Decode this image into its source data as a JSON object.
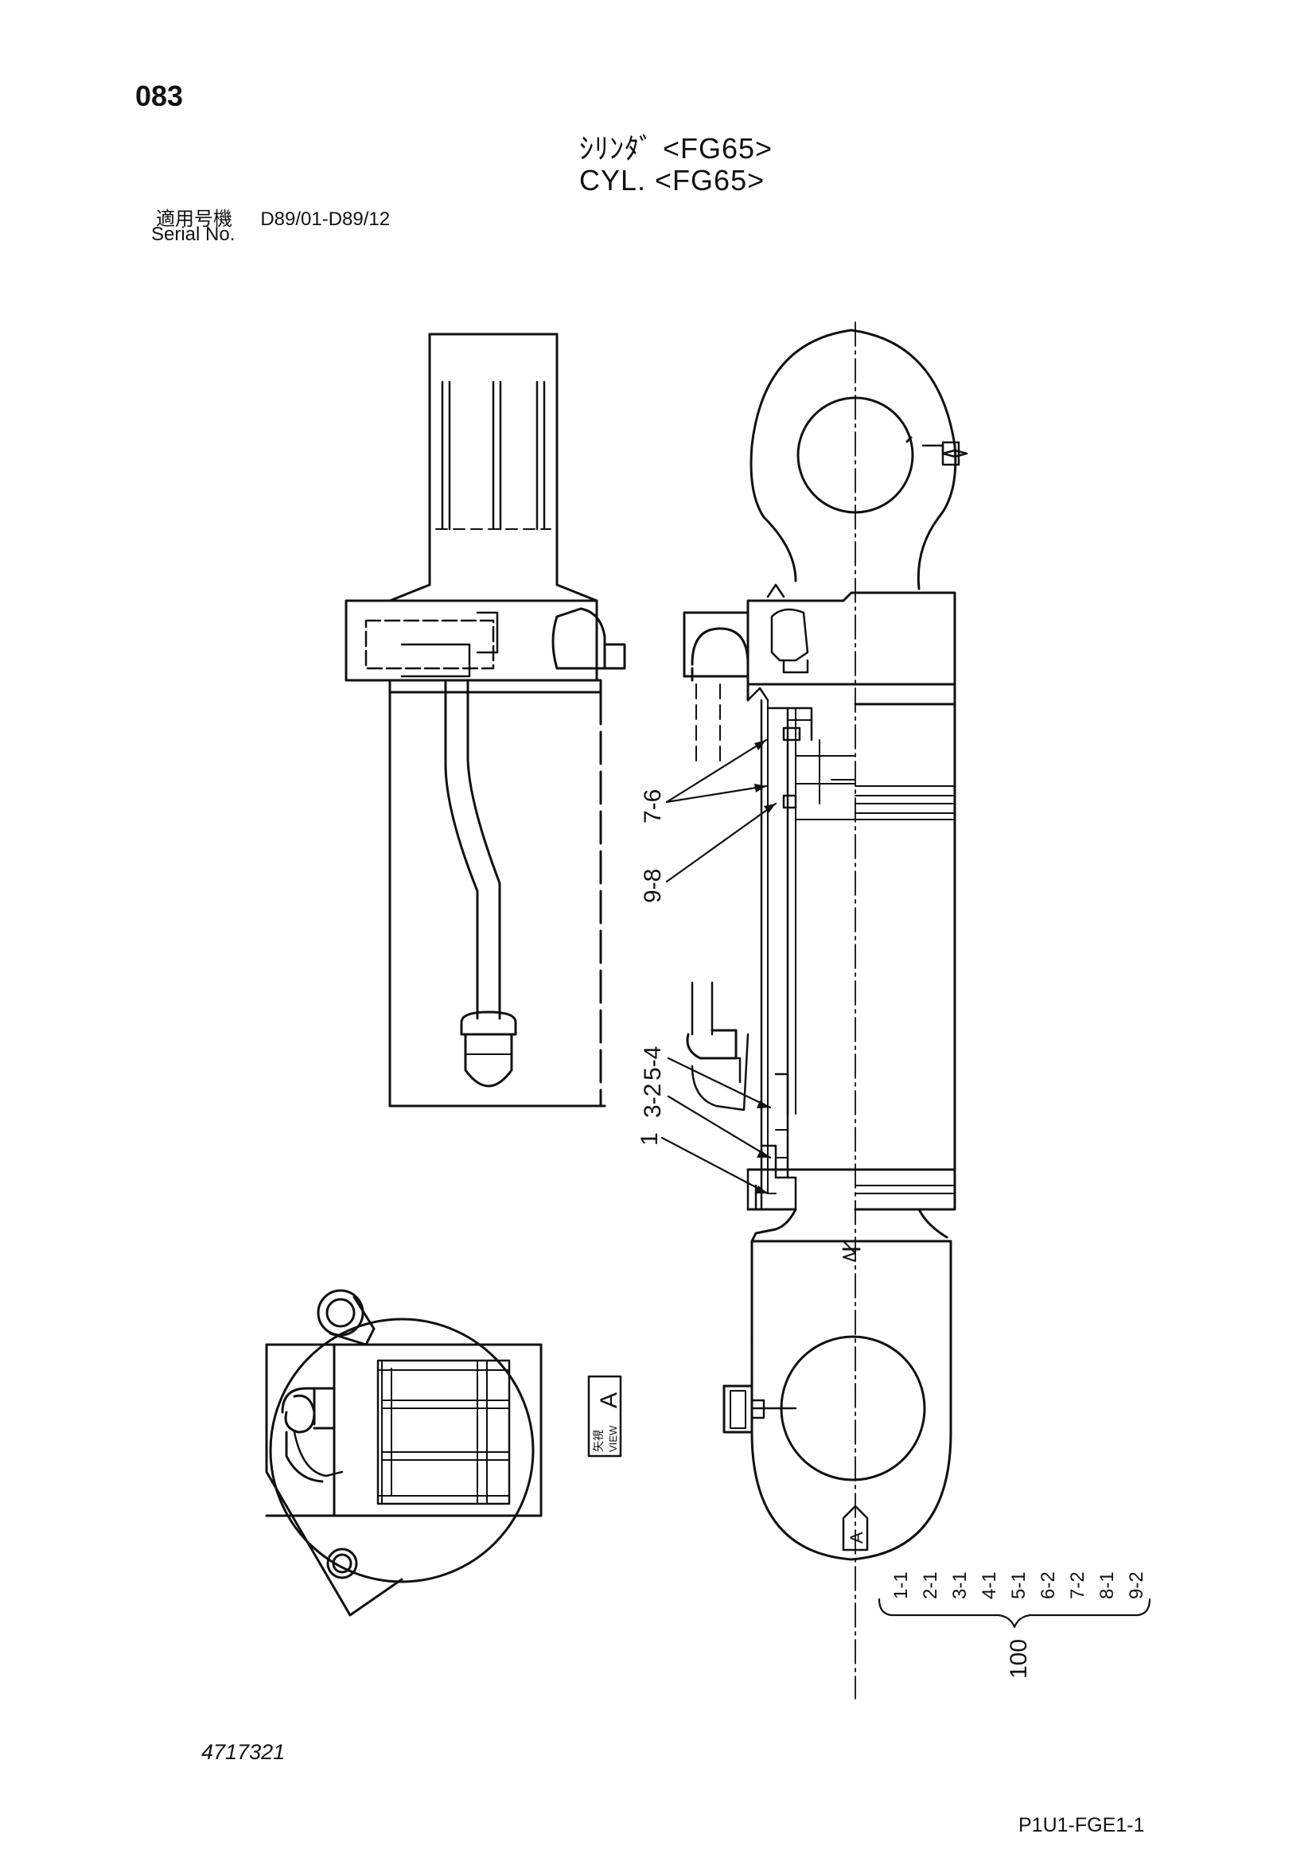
{
  "page": {
    "page_number": "083",
    "title_jp": "ｼﾘﾝﾀﾞ <FG65>",
    "title_en": "CYL. <FG65>",
    "serial_label_jp": "適用号機",
    "serial_range": "D89/01-D89/12",
    "serial_label_en": "Serial No.",
    "drawing_code": "4717321",
    "sheet_code": "P1U1-FGE1-1"
  },
  "diagram": {
    "callouts": [
      {
        "id": "c-7-6",
        "label": "7-6"
      },
      {
        "id": "c-9-8",
        "label": "9-8"
      },
      {
        "id": "c-5-4",
        "label": "5-4"
      },
      {
        "id": "c-3-2",
        "label": "3-2"
      },
      {
        "id": "c-1",
        "label": "1"
      }
    ],
    "view_label_jp": "矢視",
    "view_label_en": "VIEW",
    "view_letter": "A",
    "view_marker_letter": "A",
    "assembly_number": "100",
    "assembly_parts": [
      "1-1",
      "2-1",
      "3-1",
      "4-1",
      "5-1",
      "6-2",
      "7-2",
      "8-1",
      "9-2"
    ]
  }
}
